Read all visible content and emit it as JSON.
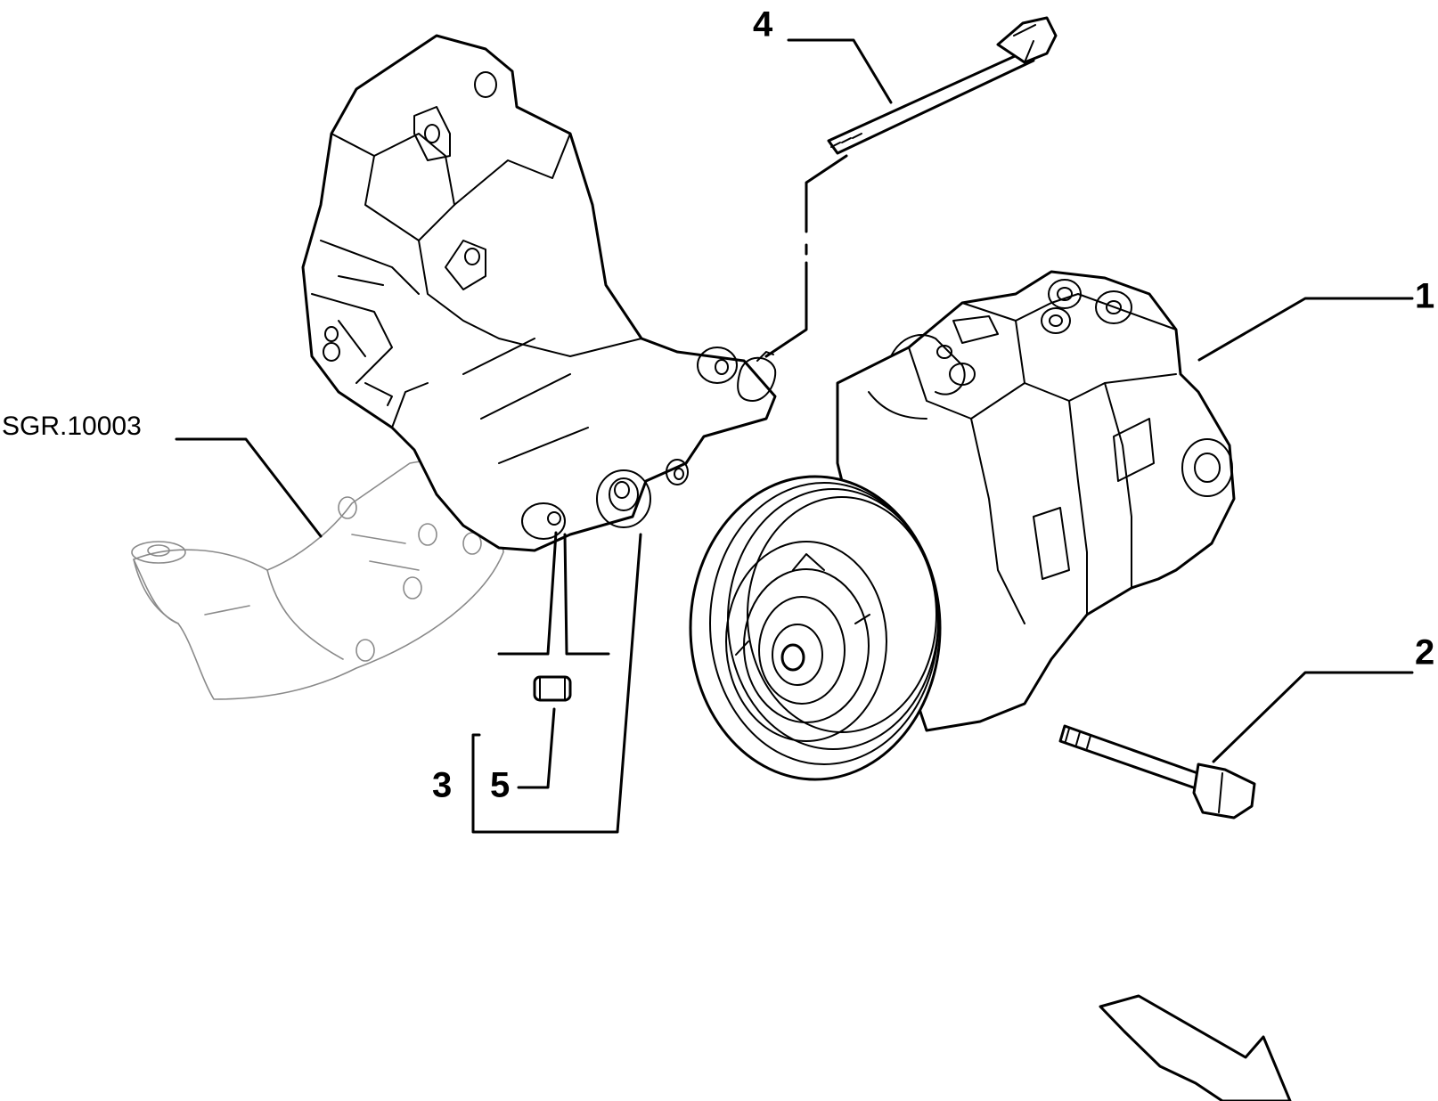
{
  "diagram": {
    "callouts": [
      {
        "id": "1",
        "label": "1"
      },
      {
        "id": "2",
        "label": "2"
      },
      {
        "id": "3",
        "label": "3"
      },
      {
        "id": "4",
        "label": "4"
      },
      {
        "id": "5",
        "label": "5"
      }
    ],
    "reference": "SGR.10003",
    "colors": {
      "line": "#000000",
      "ghost": "#8a8a8a",
      "background": "#ffffff"
    }
  }
}
